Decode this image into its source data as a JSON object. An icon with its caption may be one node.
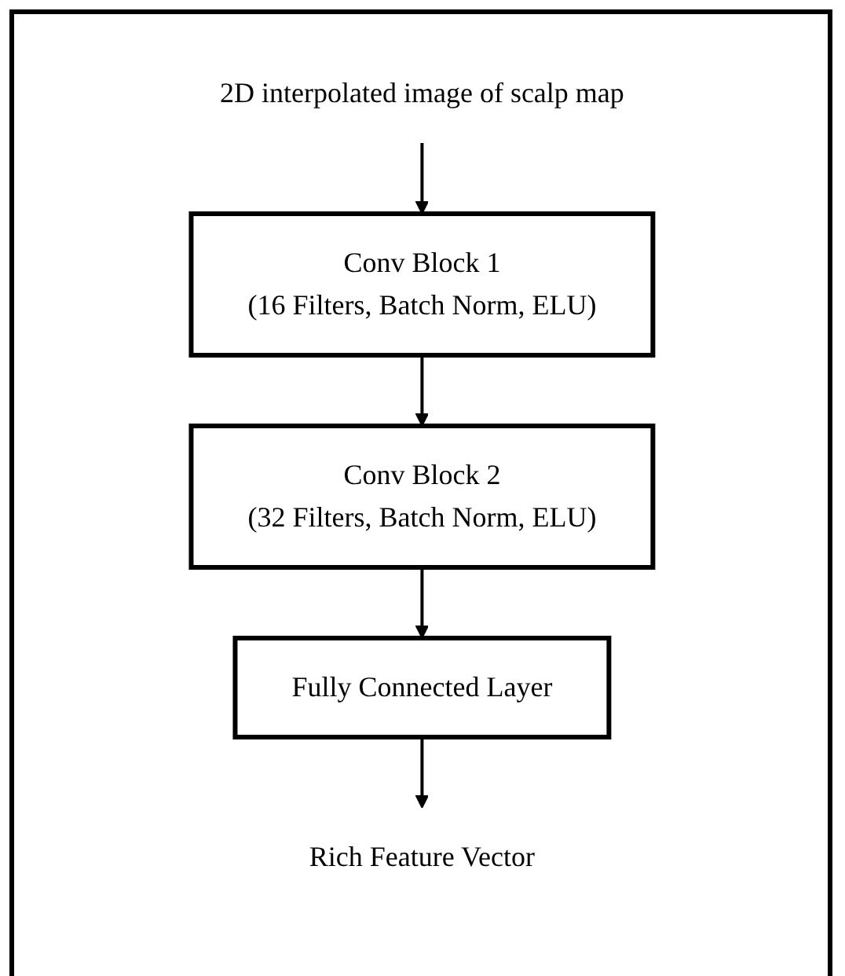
{
  "diagram": {
    "nodes": [
      {
        "text": [
          "2D interpolated image of scalp map"
        ]
      },
      {
        "text": [
          "Conv Block 1",
          "(16 Filters, Batch Norm, ELU)"
        ]
      },
      {
        "text": [
          "Conv Block 2",
          "(32 Filters, Batch Norm, ELU)"
        ]
      },
      {
        "text": [
          "Fully Connected Layer"
        ]
      },
      {
        "text": [
          "Rich Feature Vector"
        ]
      }
    ],
    "edges": [
      {
        "from": 0,
        "to": 1,
        "arrow": "to"
      },
      {
        "from": 1,
        "to": 2,
        "arrow": "to"
      },
      {
        "from": 2,
        "to": 3,
        "arrow": "to"
      },
      {
        "from": 3,
        "to": 4,
        "arrow": "to"
      }
    ]
  }
}
